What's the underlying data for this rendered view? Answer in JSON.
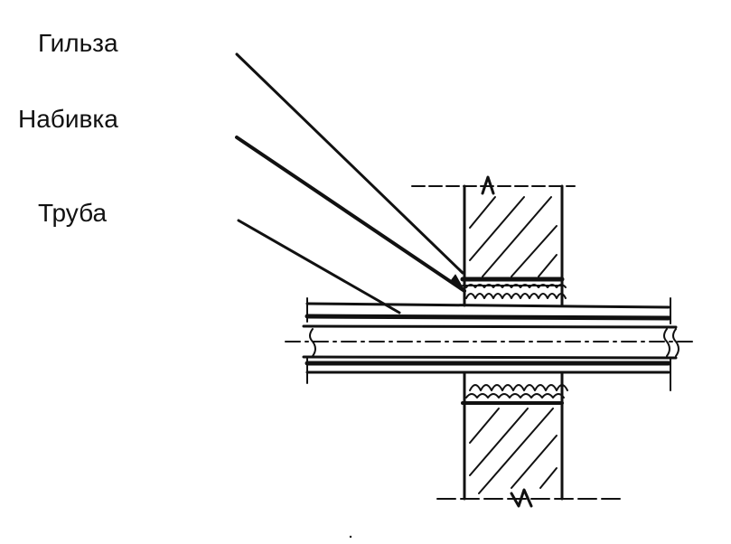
{
  "labels": {
    "sleeve": "Гильза",
    "packing": "Набивка",
    "pipe": "Труба"
  },
  "colors": {
    "ink": "#111111",
    "background": "#ffffff"
  }
}
